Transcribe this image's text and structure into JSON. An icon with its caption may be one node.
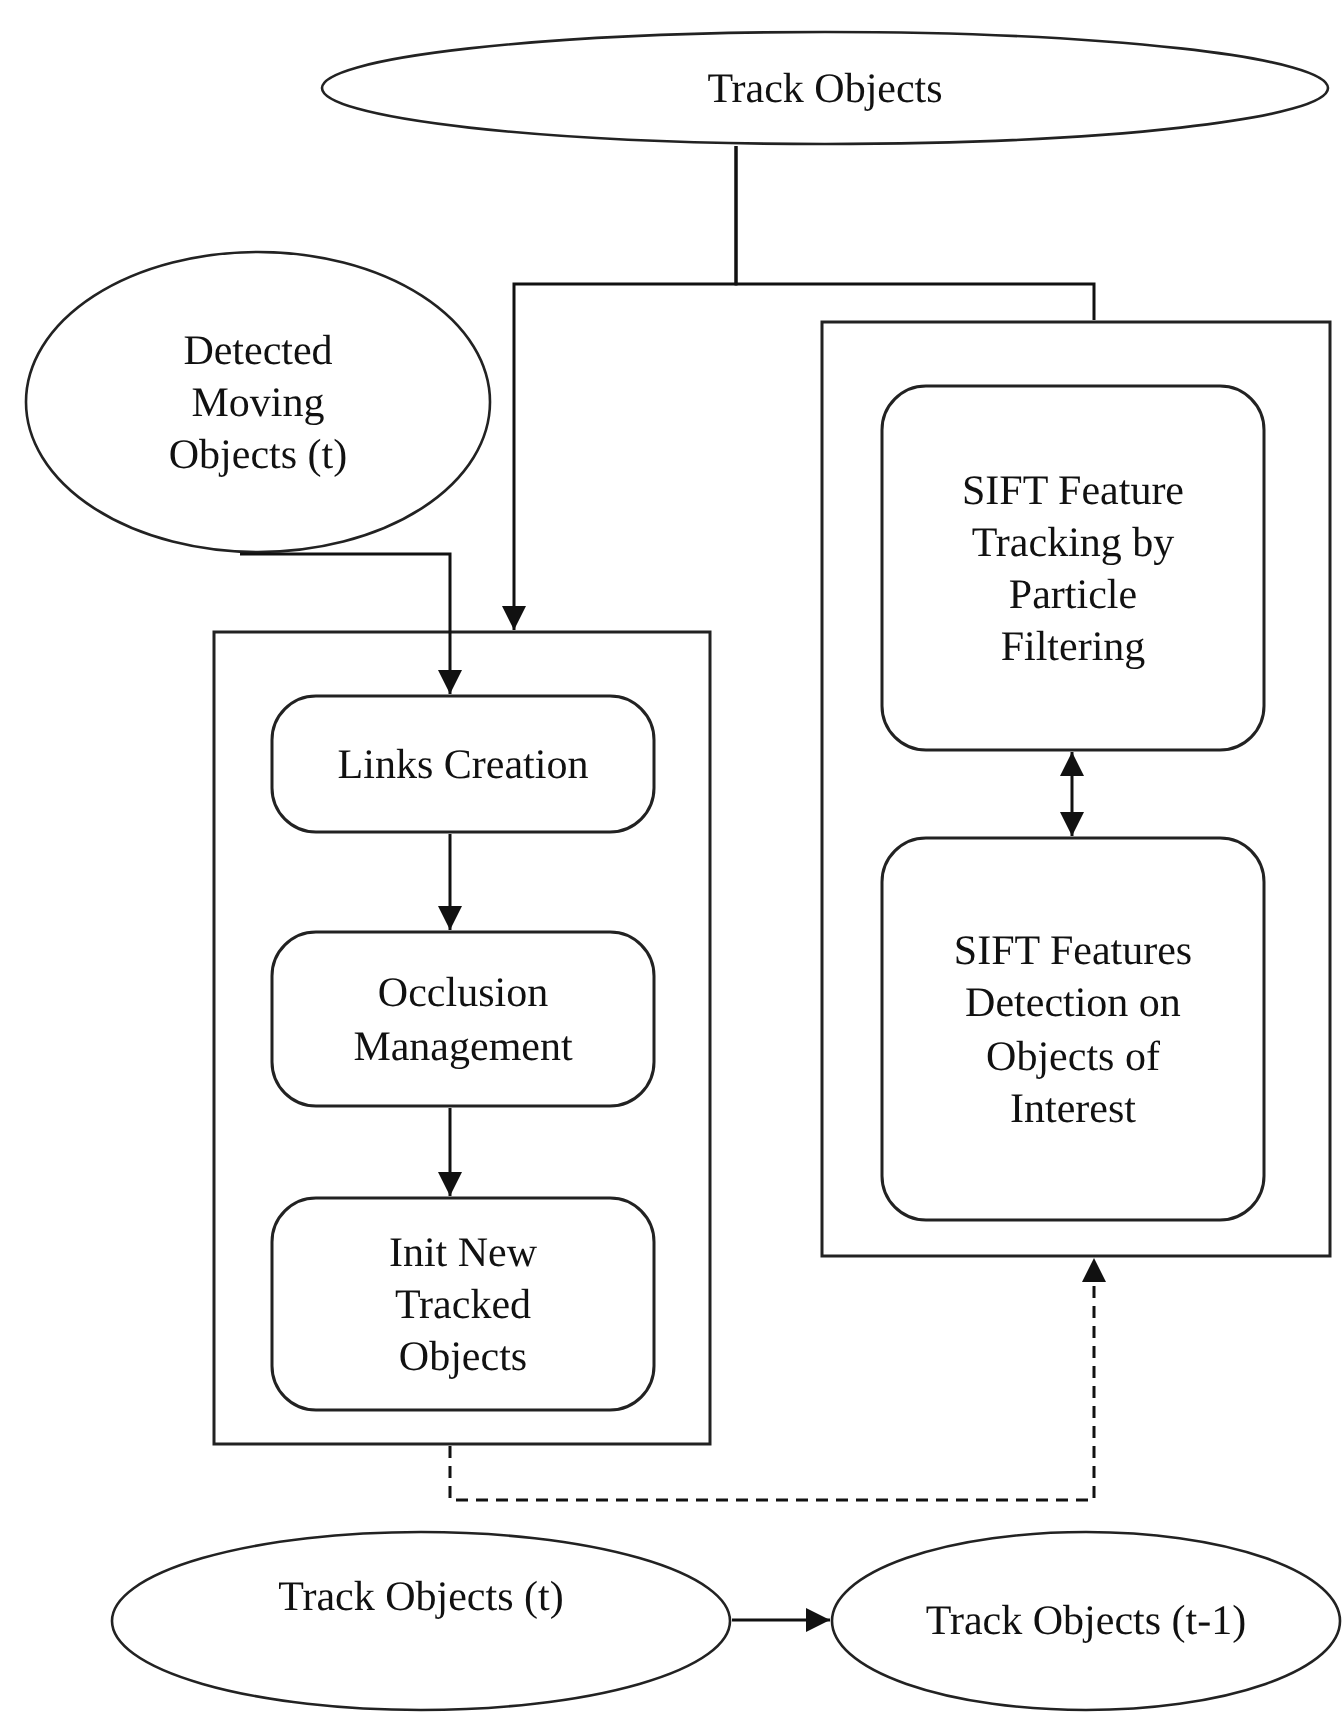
{
  "diagram": {
    "nodes": [
      {
        "text": [
          "Track Objects"
        ]
      },
      {
        "text": [
          "Detected Moving Objects (t)"
        ]
      },
      {
        "text": [],
        "shape": "box"
      },
      {
        "text": [
          "Links Creation"
        ],
        "in": 2
      },
      {
        "text": [
          "Occlusion Management"
        ],
        "in": 2
      },
      {
        "text": [
          "Init New Tracked Objects"
        ],
        "in": 2
      },
      {
        "text": [],
        "shape": "box"
      },
      {
        "text": [
          "SIFT Feature Tracking by Particle Filtering"
        ],
        "in": 6
      },
      {
        "text": [
          "SIFT Features Detection on Objects of Interest"
        ],
        "in": 6
      },
      {
        "text": [
          "Track Objects (t)"
        ]
      },
      {
        "text": [
          "Track Objects (t-1)"
        ]
      }
    ],
    "edges": [
      {
        "from": 0,
        "to": 2,
        "arrow": "to"
      },
      {
        "from": 0,
        "to": 6,
        "arrow": "none"
      },
      {
        "from": 1,
        "to": 3,
        "arrow": "to"
      },
      {
        "from": 3,
        "to": 4,
        "arrow": "to"
      },
      {
        "from": 4,
        "to": 5,
        "arrow": "to"
      },
      {
        "from": 8,
        "to": 7,
        "arrow": "both"
      },
      {
        "from": 2,
        "to": 6,
        "arrow": "to",
        "style": "dashed"
      },
      {
        "from": 9,
        "to": 10,
        "arrow": "to"
      }
    ]
  }
}
